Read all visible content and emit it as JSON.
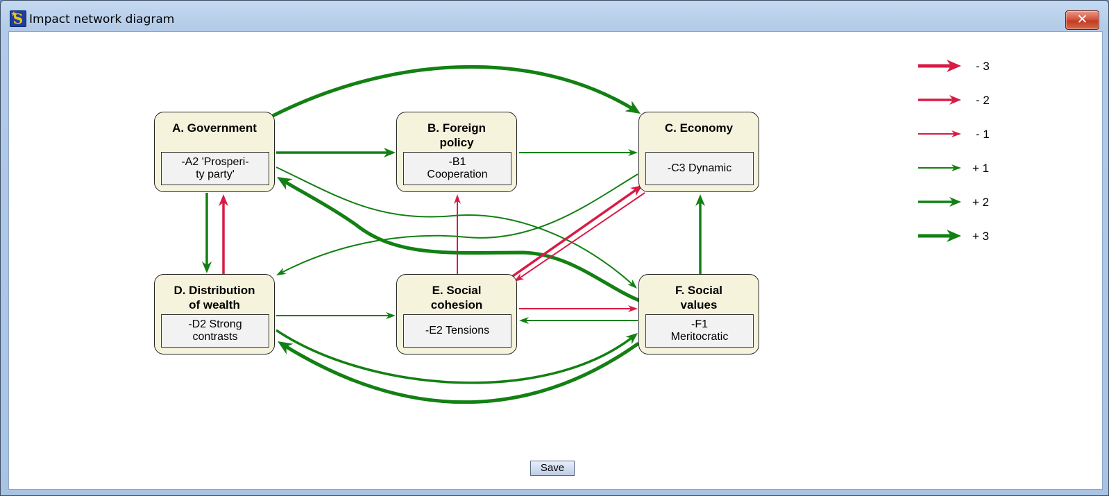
{
  "window": {
    "title": "Impact network diagram",
    "close_label": "✕",
    "app_icon_letter": "S"
  },
  "nodes": [
    {
      "id": "A",
      "title": "A. Government",
      "state": "-A2 'Prosperi-\nty party'"
    },
    {
      "id": "B",
      "title": "B. Foreign\npolicy",
      "state": "-B1\nCooperation"
    },
    {
      "id": "C",
      "title": "C. Economy",
      "state": "-C3 Dynamic"
    },
    {
      "id": "D",
      "title": "D. Distribution\nof wealth",
      "state": "-D2 Strong\n contrasts"
    },
    {
      "id": "E",
      "title": "E. Social\ncohesion",
      "state": "-E2 Tensions"
    },
    {
      "id": "F",
      "title": "F. Social\nvalues",
      "state": "-F1\nMeritocratic"
    }
  ],
  "edges": [
    {
      "from": "A",
      "to": "C",
      "weight": 3
    },
    {
      "from": "A",
      "to": "B",
      "weight": 2
    },
    {
      "from": "B",
      "to": "C",
      "weight": 1
    },
    {
      "from": "A",
      "to": "F",
      "weight": 1
    },
    {
      "from": "F",
      "to": "A",
      "weight": 3
    },
    {
      "from": "C",
      "to": "D",
      "weight": 1
    },
    {
      "from": "A",
      "to": "D",
      "weight": 2
    },
    {
      "from": "D",
      "to": "A",
      "weight": -2
    },
    {
      "from": "E",
      "to": "B",
      "weight": -1
    },
    {
      "from": "E",
      "to": "C",
      "weight": -2
    },
    {
      "from": "C",
      "to": "E",
      "weight": -1
    },
    {
      "from": "D",
      "to": "E",
      "weight": 1
    },
    {
      "from": "E",
      "to": "F",
      "weight": -1
    },
    {
      "from": "F",
      "to": "E",
      "weight": 1
    },
    {
      "from": "F",
      "to": "C",
      "weight": 2
    },
    {
      "from": "D",
      "to": "F",
      "weight": 2
    },
    {
      "from": "F",
      "to": "D",
      "weight": 3
    }
  ],
  "legend": [
    {
      "label": "- 3",
      "weight": -3
    },
    {
      "label": "- 2",
      "weight": -2
    },
    {
      "label": "- 1",
      "weight": -1
    },
    {
      "label": "+ 1",
      "weight": 1
    },
    {
      "label": "+ 2",
      "weight": 2
    },
    {
      "label": "+ 3",
      "weight": 3
    }
  ],
  "colors": {
    "negative": "#d81b45",
    "positive": "#128012"
  },
  "save_label": "Save"
}
